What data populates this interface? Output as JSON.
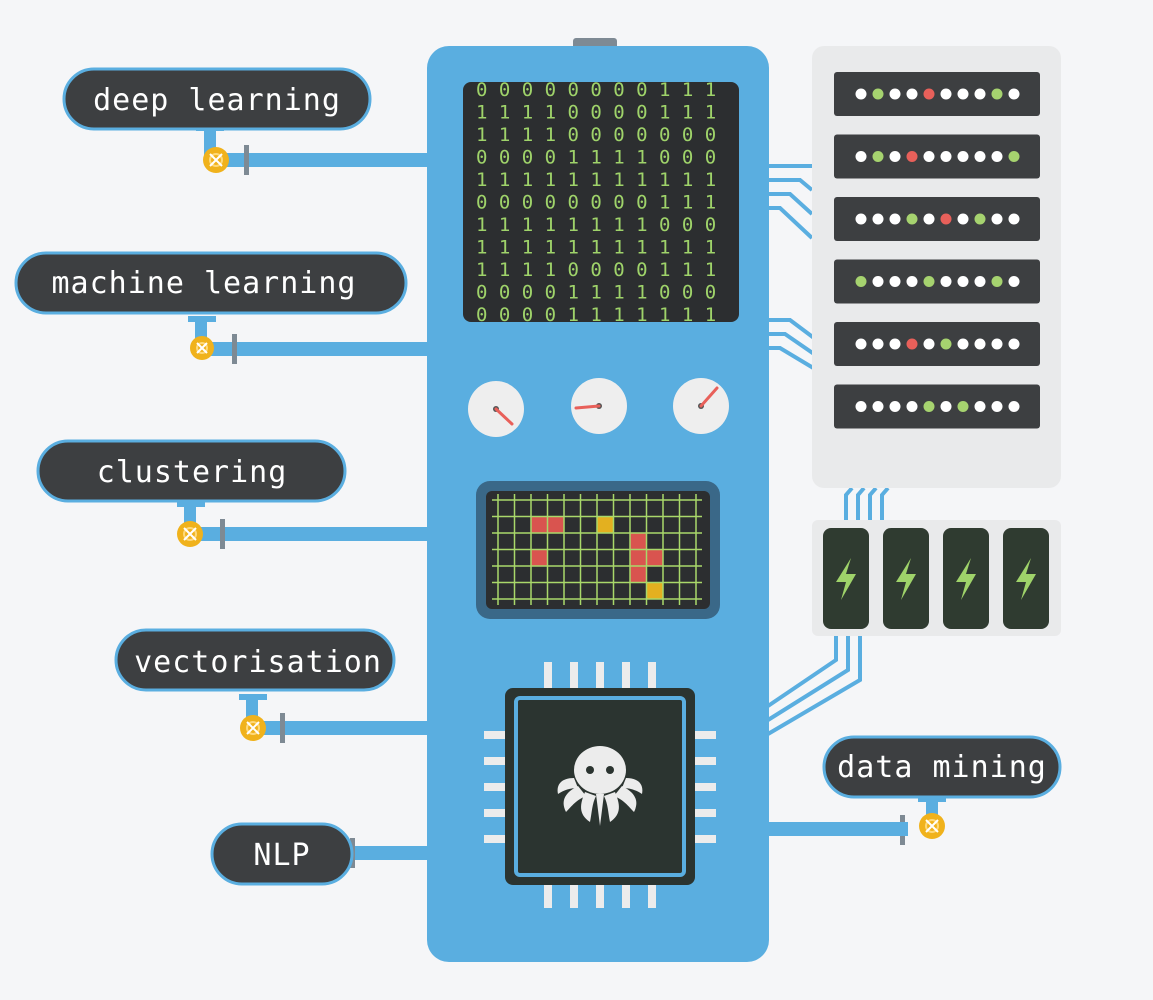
{
  "labels": {
    "deep_learning": "deep learning",
    "machine_learning": "machine learning",
    "clustering": "clustering",
    "vectorisation": "vectorisation",
    "nlp": "NLP",
    "data_mining": "data mining"
  },
  "matrix_rows": [
    "0 0 0 0 0 0 0 0 1 1 1",
    "1 1 1 1 0 0 0 0 1 1 1",
    "1 1 1 1 0 0 0 0 0 0 0",
    "0 0 0 0 1 1 1 1 0 0 0",
    "1 1 1 1 1 1 1 1 1 1 1",
    "0 0 0 0 0 0 0 0 1 1 1",
    "1 1 1 1 1 1 1 1 0 0 0",
    "1 1 1 1 1 1 1 1 1 1 1",
    "1 1 1 1 0 0 0 0 1 1 1",
    "0 0 0 0 1 1 1 1 0 0 0",
    "0 0 0 0 1 1 1 1 1 1 1"
  ],
  "colors": {
    "machine_body": "#5aaee0",
    "pill_fill": "#3d3f41",
    "pill_outline": "#5aaee0",
    "screen": "#2c2e30",
    "chip": "#2b3430",
    "valve": "#f0b21c",
    "led_white": "#ffffff",
    "led_green": "#a6d36f",
    "led_red": "#e8605a",
    "grid_line": "#a9d86a",
    "grid_red": "#d9544f",
    "grid_yellow": "#e3b020",
    "server_panel": "#e9eaeb",
    "battery": "#2f3b30",
    "bolt": "#9fd36a"
  },
  "icons": [
    "valve-icon",
    "gauge-icon",
    "led-icon",
    "lightning-bolt-icon",
    "octopus-icon"
  ]
}
